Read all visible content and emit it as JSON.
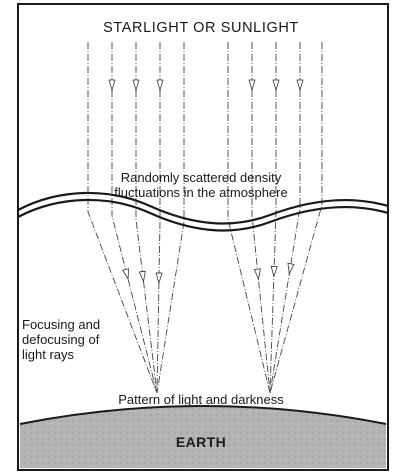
{
  "diagram": {
    "title": "STARLIGHT OR SUNLIGHT",
    "atmosphere_label": [
      "Randomly scattered density",
      "fluctuations in the atmosphere"
    ],
    "focusing_label": [
      "Focusing and",
      "defocusing of",
      "light rays"
    ],
    "pattern_label": "Pattern of light and darkness",
    "earth_label": "EARTH",
    "colors": {
      "line": "#1a1a1a",
      "ray": "#444444",
      "earth_fill": "#b4b4b4",
      "background": "#ffffff"
    }
  }
}
